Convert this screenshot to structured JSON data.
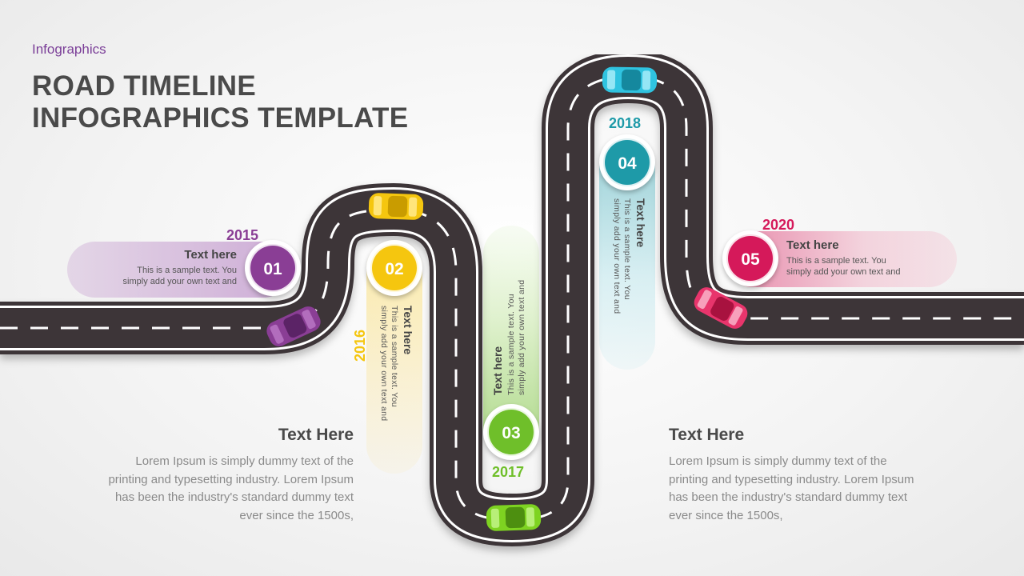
{
  "header": {
    "category": "Infographics",
    "title_line1": "ROAD TIMELINE",
    "title_line2": "INFOGRAPHICS TEMPLATE"
  },
  "colors": {
    "road": "#3d3539",
    "step1": "#8a3e95",
    "step2": "#f5c60f",
    "step3": "#6fbf2a",
    "step4": "#1e9aa8",
    "step5": "#d5195a"
  },
  "milestones": [
    {
      "number": "01",
      "year": "2015",
      "heading": "Text here",
      "line1": "This is a sample text. You",
      "line2": "simply add your own text  and"
    },
    {
      "number": "02",
      "year": "2016",
      "heading": "Text here",
      "line1": "This is a sample text. You",
      "line2": "simply add your own text  and"
    },
    {
      "number": "03",
      "year": "2017",
      "heading": "Text here",
      "line1": "This is a sample text. You",
      "line2": "simply add your own text  and"
    },
    {
      "number": "04",
      "year": "2018",
      "heading": "Text here",
      "line1": "This is a sample text. You",
      "line2": "simply add your own text  and"
    },
    {
      "number": "05",
      "year": "2020",
      "heading": "Text here",
      "line1": "This is a sample text. You",
      "line2": "simply add your own text  and"
    }
  ],
  "summaries": [
    {
      "heading": "Text Here",
      "lines": [
        "Lorem Ipsum is simply dummy text of the",
        "printing and typesetting industry. Lorem Ipsum",
        "has been the industry's standard dummy text",
        "ever since the 1500s,"
      ]
    },
    {
      "heading": "Text Here",
      "lines": [
        "Lorem Ipsum is simply dummy text of the",
        "printing and typesetting industry. Lorem Ipsum",
        "has been the industry's standard dummy text",
        "ever since the 1500s,"
      ]
    }
  ],
  "icons": {
    "car": "car-icon"
  }
}
